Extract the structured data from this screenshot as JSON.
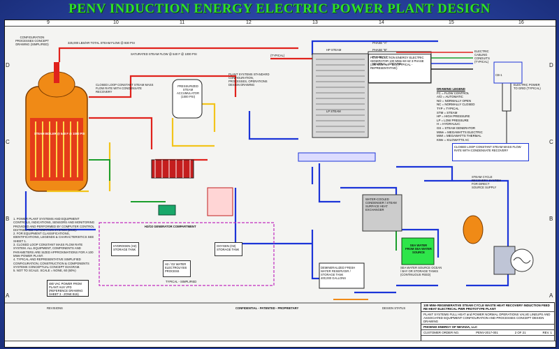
{
  "title": "PENV INDUCTION ENERGY ELECTRIC POWER PLANT DESIGN",
  "colors": {
    "title_green": "#2fe02a",
    "background_blue": "#2d48a6",
    "steam_red": "#e0221c",
    "water_blue": "#1b34d8",
    "yellow": "#f2c41b",
    "green_line": "#1a9e2c",
    "orange": "#f08a16"
  },
  "grid": {
    "columns": [
      "9",
      "10",
      "11",
      "12",
      "13",
      "14",
      "15",
      "16"
    ],
    "rows": [
      "D",
      "C",
      "B",
      "A"
    ]
  },
  "labels": {
    "phase_a": "PHASE \"A\"",
    "phase_b": "PHASE \"B\"",
    "phase_c": "PHASE \"C\"",
    "neutral": "NEUTRAL - GROUND",
    "electric_cabling": "ELECTRIC CABLING CONDUITS (TYPICAL)",
    "steam_flow_top": "325,000 LBS/HR TOTAL STEAM FLOW @ 930 PSI",
    "saturated_steam": "SATURATED STEAM FLOW @ 540 F @ 1000 PSI",
    "typical": "(TYPICAL)",
    "hp_steam": "HP STEAM",
    "lp_steam": "LP STEAM",
    "steam_generator": "STEAM BOILER @ 540 F @ 1000 PSI",
    "generator_box": "PENV INDUCTION ENERGY ELECTRIC GENERATOR\n100 MWe 60 HZ 3 PHASE\n(100 MWe Net - Eic)\n(TYPICAL - REPRESENTATIVE)",
    "pressurized_tank": "PRESSURIZED STEAM ACCUMULATOR\n(1000 PSI)",
    "plant_systems": "PLANT SYSTEMS STANDARD CONFIGURATION, PROCESSES, OPERATIONS DESIGN DRAWING",
    "sea_water": "SEA WATER\nFROM SEA WATER SOURCE",
    "sea_water_source": "SEA WATER SOURCE OCEAN / BAY OR STORAGE TANKS\n(CONTINUOUS FEED)",
    "h2_o2": "H2/O2 GENERATOR COMPARTMENT",
    "hydrogen": "HYDROGEN (H2) STORAGE TANK",
    "oxygen": "OXYGEN (O2) STORAGE TANK",
    "electrolysis": "H2 / O2 WATER ELECTROLYSIS PROCESS",
    "typical_simplified": "TYPICAL - SIMPLIFIED",
    "vac_power": "480 VAC POWER FROM PLANT AUX VFD (REFERENCE DRAWING SHEET 3 - ZONE B15)",
    "demin_water": "DEMINERALIZED FRESH WATER RESERVOIR / STORAGE TANK\n400,000 GALLONS",
    "condenser": "WATER-COOLED CONDENSER / STEAM SURFACE HEAT EXCHANGER",
    "closed_loop": "CLOSED LOOP CONSTANT STEAM MASS FLOW RATE WITH CONDENSATE RECOVERY",
    "concept": "CONFIGURATION PROCESSES CONCEPT DRAWING (SIMPLIFIED)"
  },
  "legend": {
    "heading": "DRAWING LEGEND",
    "items": [
      "FC = FLOW CONTROL",
      "A/O = AUTOMATIC",
      "NO = NORMALLY OPEN",
      "NC = NORMALLY CLOSED",
      "TYP = TYPICAL",
      "STM = STEAM",
      "HP = HIGH PRESSURE",
      "LP = LOW PRESSURE",
      "H = HYDRAULIC",
      "GS = STEAM GENERATOR",
      "MWe = MEGAWATTS ELECTRIC",
      "MWt = MEGAWATTS THERMAL",
      "KWe = KILOWATTS AC"
    ]
  },
  "notes": [
    "1. POWER PLANT SYSTEMS AND EQUIPMENT CONTROLS, INDICATIONS, SENSORS AND MONITORING PROVIDED AND PERFORMED BY COMPUTER CONTROL DISTRIBUTED AUTOMATION SYSTEM (DCS).",
    "2. FOR EQUIPMENT CLASSIFICATIONS, IDENTIFICATIONS, LEGENDS & CHARACTERISTICS SEE SHEET 1.",
    "3. CLOSED LOOP CONSTANT MASS FLOW RATE SYSTEM. ALL EQUIPMENT, COMPONENTS AND PARAMETERS ARE SIZED APPROXIMATIONS FOR A 100 MWe POWER PLANT.",
    "4. TYPICAL AND REPRESENTATIVE SIMPLIFIED CONFIGURATION, CONSTRUCTION & COMPONENTS SYSTEMS CONCEPTUAL CONCEPT DIAGRAM.",
    "5. NOT TO SCALE. SCALE = NONE, 60 (60%)"
  ],
  "title_block": {
    "heading": "100 MWe REGENERATIVE STEAM CYCLE WASTE HEAT RECOVERY INDUCTION FEED RE-HEAT ELECTRICAL PWR PROTOTYPE PLANT",
    "company": "PHOENIX ENERGY OF NEVADA, LLC",
    "confidential": "CONFIDENTIAL - PATENTED - PROPRIETARY",
    "customer_order": "CUSTOMER ORDER NO.",
    "sheet": "2 OF 21",
    "dwg_no": "PENV-2017-001",
    "rev": "REV. 1",
    "revisions": "REVISIONS",
    "design_status": "DESIGN STATUS",
    "description": "PLANT SYSTEMS FULL HEAT and POWER NORMAL OPERATIONS VALVE LINEUPS AND ASSOCIATED EQUIPMENT CONFIGURATION AND PROCESSES CONCEPT DESIGN DRAWING"
  },
  "right_notes": {
    "cb": "CB-1",
    "electric_power": "ELECTRIC POWER TO GRID (TYPICAL)",
    "closed_loop_right": "CLOSED LOOP CONSTANT STEAM MASS FLOW RATE WITH CONDENSATE RECOVERY",
    "steam_cycle": "STEAM CYCLE RECOVERY SYSTEM FOR DIRECT SOURCE SUPPLY"
  }
}
